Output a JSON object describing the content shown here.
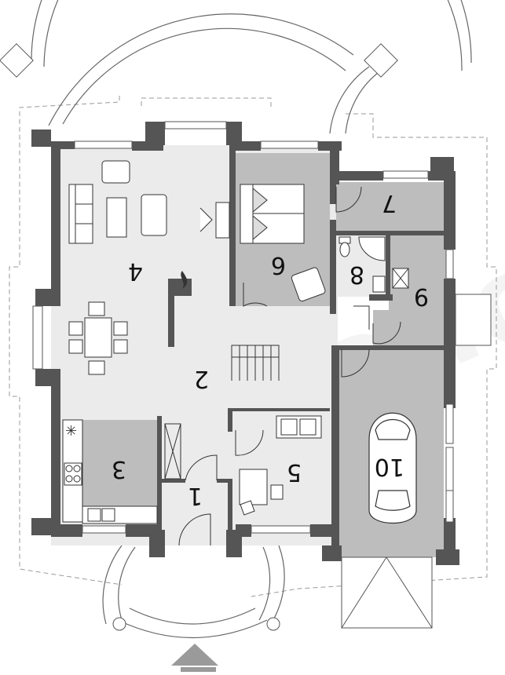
{
  "watermark": "extradom",
  "rooms": [
    {
      "id": "1",
      "label": "1"
    },
    {
      "id": "2",
      "label": "2"
    },
    {
      "id": "3",
      "label": "3"
    },
    {
      "id": "4",
      "label": "4"
    },
    {
      "id": "5",
      "label": "5"
    },
    {
      "id": "6",
      "label": "6"
    },
    {
      "id": "7",
      "label": "7"
    },
    {
      "id": "8",
      "label": "8"
    },
    {
      "id": "9",
      "label": "9"
    },
    {
      "id": "10",
      "label": "10"
    }
  ],
  "colors": {
    "wall": "#555555",
    "floor_light": "#ebebeb",
    "floor_dark": "#bdbdbd",
    "line": "#333333",
    "dashed": "#999999",
    "entrance_arrow": "#9a9a9a"
  },
  "icons": [
    "entrance-arrow-icon",
    "car-icon",
    "bed-icon",
    "sofa-icon",
    "stairs-icon",
    "fireplace-icon",
    "bathtub-icon",
    "toilet-icon",
    "stove-icon",
    "sink-icon"
  ]
}
